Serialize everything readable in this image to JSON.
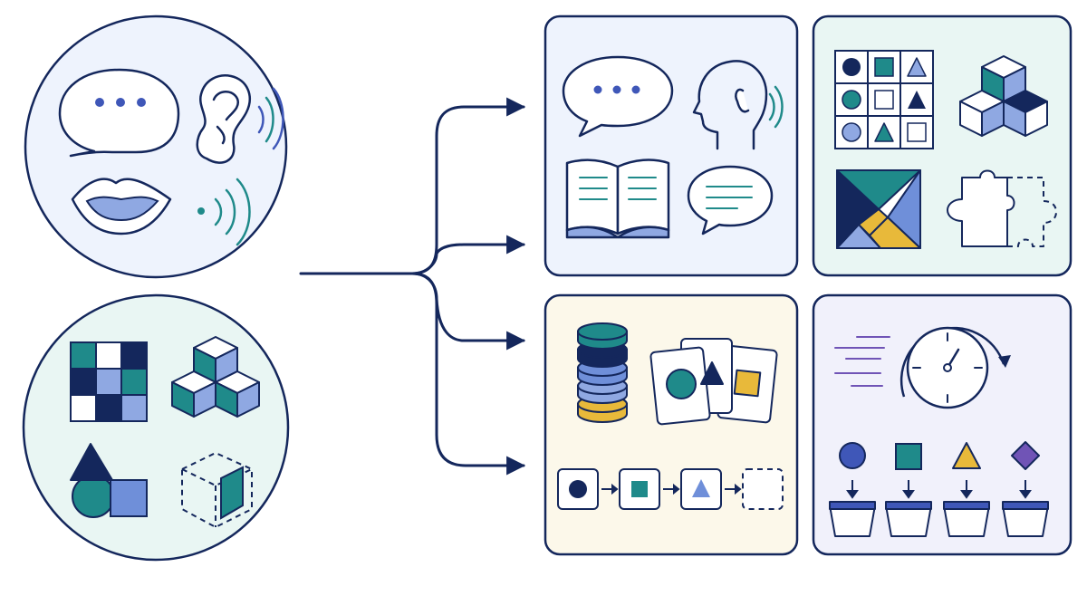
{
  "colors": {
    "navy": "#14275c",
    "teal": "#1f8a8a",
    "blue": "#3f57b8",
    "light_blue": "#8fa8e2",
    "yellow": "#e8b93a",
    "purple": "#7054b6",
    "verbal_bg": "#eef3fd",
    "nonverbal_bg": "#e9f6f3",
    "panel_verbal_bg": "#eef3fd",
    "panel_spatial_bg": "#e9f6f3",
    "panel_memory_bg": "#fcf8ea",
    "panel_speed_bg": "#f1f1fb"
  },
  "groups": [
    {
      "id": "verbal",
      "icons": [
        "speech-bubble-icon",
        "ear-icon",
        "lips-icon",
        "sound-waves-icon"
      ]
    },
    {
      "id": "nonverbal",
      "icons": [
        "grid-pattern-icon",
        "cube-stack-icon",
        "shapes-icon",
        "dashed-cube-icon"
      ]
    }
  ],
  "panels": [
    {
      "id": "verbal-comprehension",
      "icons": [
        "speech-bubble-icon",
        "listening-head-icon",
        "open-book-icon",
        "text-bubble-icon"
      ]
    },
    {
      "id": "visual-spatial",
      "icons": [
        "shape-matrix-icon",
        "cube-stack-icon",
        "tangram-icon",
        "puzzle-piece-icon"
      ]
    },
    {
      "id": "working-memory",
      "icons": [
        "disc-stack-icon",
        "memory-cards-icon",
        "sequence-icon"
      ]
    },
    {
      "id": "processing-speed",
      "icons": [
        "stopwatch-icon",
        "sorting-icon"
      ]
    }
  ]
}
